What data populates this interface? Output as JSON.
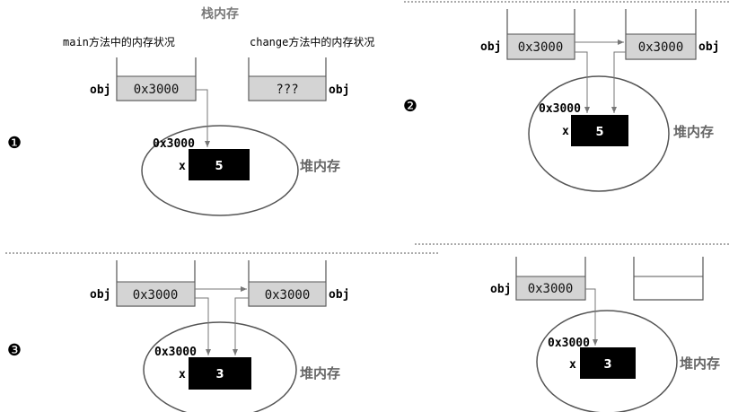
{
  "title": "栈内存",
  "panel1": {
    "step": "❶",
    "main_caption": "main方法中的内存状况",
    "change_caption": "change方法中的内存状况",
    "main_var": "obj",
    "main_ref": "0x3000",
    "change_ref": "???",
    "change_var": "obj",
    "heap_addr": "0x3000",
    "field_name": "x",
    "field_value": "5",
    "heap_label": "堆内存"
  },
  "panel2": {
    "step": "❷",
    "main_var": "obj",
    "main_ref": "0x3000",
    "change_ref": "0x3000",
    "change_var": "obj",
    "heap_addr": "0x3000",
    "field_name": "x",
    "field_value": "5",
    "heap_label": "堆内存"
  },
  "panel3": {
    "step": "❸",
    "main_var": "obj",
    "main_ref": "0x3000",
    "change_ref": "0x3000",
    "change_var": "obj",
    "heap_addr": "0x3000",
    "field_name": "x",
    "field_value": "3",
    "heap_label": "堆内存"
  },
  "panel4": {
    "main_var": "obj",
    "main_ref": "0x3000",
    "heap_addr": "0x3000",
    "field_name": "x",
    "field_value": "3",
    "heap_label": "堆内存"
  }
}
